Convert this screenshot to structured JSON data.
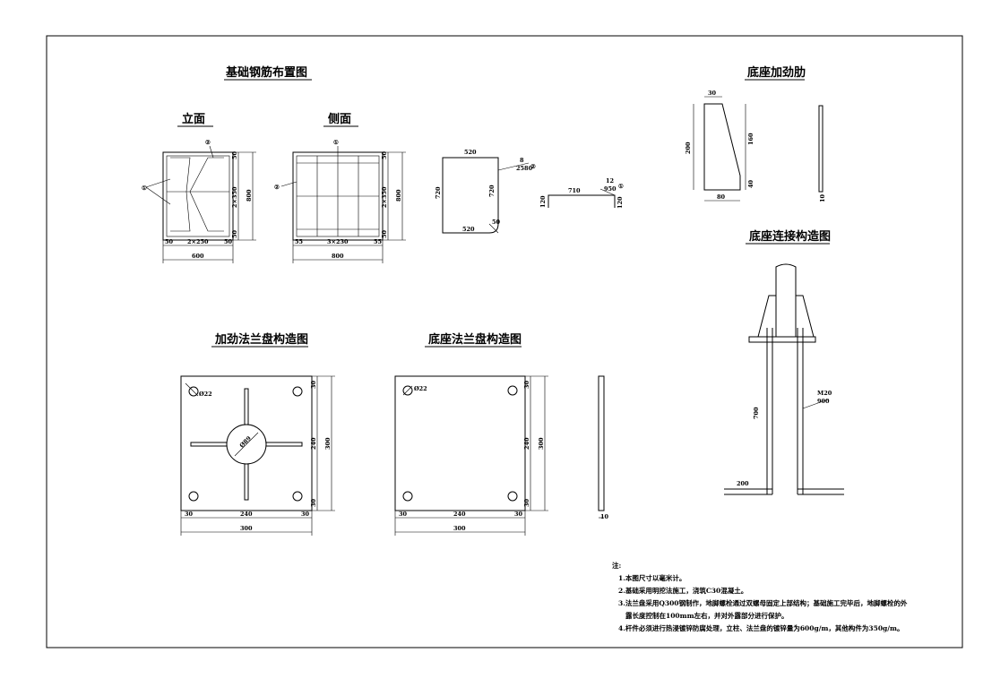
{
  "titles": {
    "foundation_rebar": "基础钢筋布置图",
    "elevation": "立面",
    "side": "侧面",
    "base_stiffener": "底座加劲肋",
    "base_connection": "底座连接构造图",
    "stiffened_flange": "加劲法兰盘构造图",
    "base_flange": "底座法兰盘构造图"
  },
  "elevation_dims": {
    "top_cover": "50",
    "bottom_cover": "50",
    "left_cover": "50",
    "right_cover": "50",
    "bottom_spacing": "2×250",
    "total_width": "600",
    "right_spacing": "2×350",
    "total_height": "800",
    "mark_1": "①",
    "mark_2": "②"
  },
  "side_dims": {
    "top_cover": "50",
    "bottom_cover": "50",
    "left_cover": "55",
    "right_cover": "55",
    "bottom_spacing": "3×230",
    "total_width": "800",
    "right_spacing": "2×350",
    "total_height": "800",
    "mark_1": "①",
    "mark_2": "②"
  },
  "rebar_2": {
    "top": "520",
    "bottom": "520",
    "left": "720",
    "inner": "720",
    "hook": "50",
    "count": "8",
    "length": "2580",
    "mark": "②"
  },
  "rebar_1": {
    "middle": "710",
    "left_leg": "120",
    "right_leg": "120",
    "count": "12",
    "length": "950",
    "mark": "①"
  },
  "stiffener_dims": {
    "top": "30",
    "height": "200",
    "upper": "160",
    "lower": "40",
    "bottom": "80",
    "thickness": "10"
  },
  "connection_dims": {
    "bolt": "M20",
    "bolt_length": "900",
    "embed": "700",
    "hook": "200"
  },
  "stiffened_flange_dims": {
    "hole": "Ø22",
    "pipe": "Ø89",
    "top": "30",
    "mid": "240",
    "bot": "30",
    "total": "300",
    "b_left": "30",
    "b_mid": "240",
    "b_right": "30",
    "b_total": "300"
  },
  "base_flange_dims": {
    "hole": "Ø22",
    "top": "30",
    "mid": "240",
    "bot": "30",
    "total": "300",
    "b_left": "30",
    "b_mid": "240",
    "b_right": "30",
    "b_total": "300",
    "thickness": "10"
  },
  "notes": {
    "heading": "注:",
    "n1": "1.本图尺寸以毫米计。",
    "n2": "2.基础采用明挖法施工，浇筑C30混凝土。",
    "n3a": "3.法兰盘采用Q300钢制作，地脚螺栓通过双螺母固定上部结构；基础施工完毕后，地脚螺栓的外",
    "n3b": "露长度控制在100mm左右，并对外露部分进行保护。",
    "n4": "4.杆件必须进行热浸镀锌防腐处理，立柱、法兰盘的镀锌量为600g/m，其他构件为350g/m。"
  }
}
